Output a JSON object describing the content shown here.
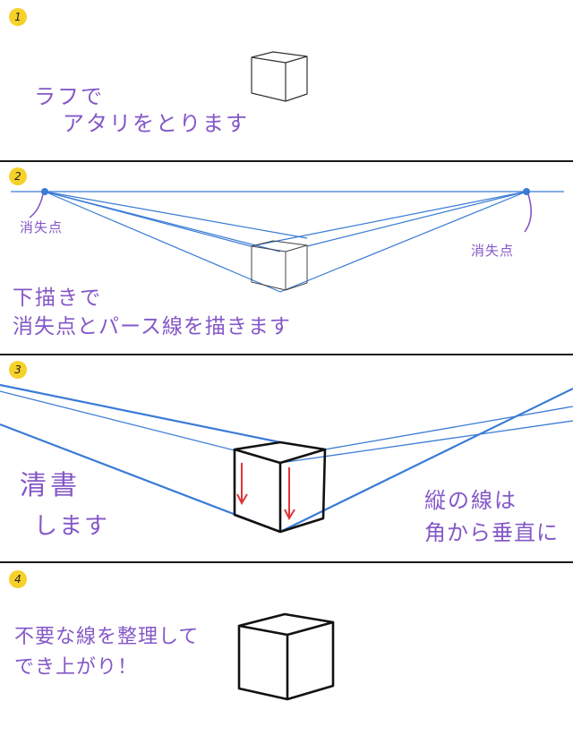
{
  "colors": {
    "caption": "#8458c7",
    "guide": "#3a7bd5",
    "badge": "#f6d12a",
    "arrow": "#e0353a",
    "ink": "#1a1a1a"
  },
  "steps": [
    {
      "number": "1",
      "lines": [
        "ラフで",
        "アタリをとります"
      ]
    },
    {
      "number": "2",
      "lines": [
        "下描きで",
        "消失点とパース線を描きます"
      ],
      "vp_left": "消失点",
      "vp_right": "消失点"
    },
    {
      "number": "3",
      "left_lines": [
        "清書",
        "します"
      ],
      "right_lines": [
        "縦の線は",
        "角から垂直に"
      ]
    },
    {
      "number": "4",
      "lines": [
        "不要な線を整理して",
        "でき上がり！"
      ]
    }
  ]
}
